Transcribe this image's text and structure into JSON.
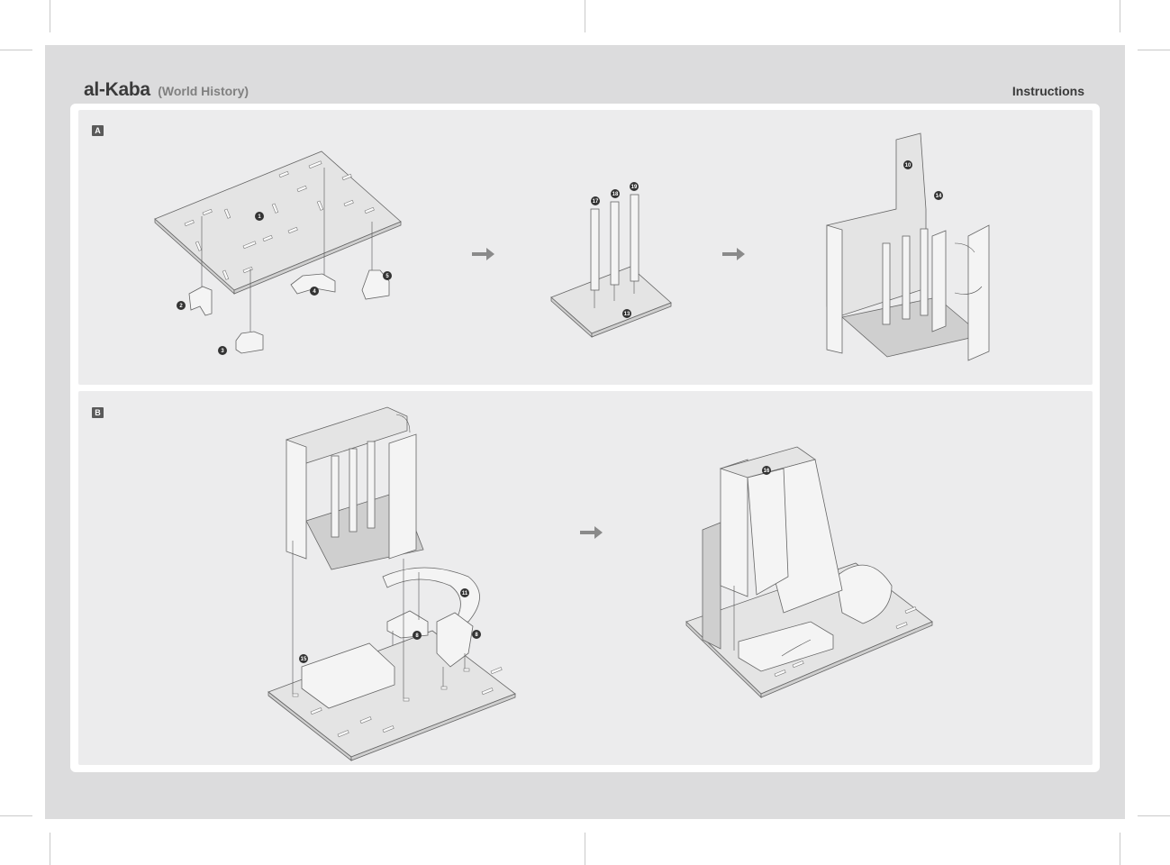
{
  "header": {
    "title": "al-Kaba",
    "subtitle": "(World History)",
    "right_label": "Instructions"
  },
  "panels": [
    {
      "label": "A"
    },
    {
      "label": "B"
    }
  ],
  "parts_a": {
    "base": "1",
    "p2": "2",
    "p3": "3",
    "p4": "4",
    "p5": "5",
    "pillar1": "17",
    "pillar2": "18",
    "pillar3": "19",
    "plate": "13",
    "wall_back": "10",
    "wall_side": "14"
  },
  "parts_b": {
    "ring": "11",
    "piece_left": "8",
    "piece_right": "8",
    "box": "15",
    "roof": "16"
  },
  "colors": {
    "part_fill": "#e3e3e3",
    "part_stroke": "#6a6a6a",
    "badge": "#333333",
    "arrow": "#8a8a8a"
  }
}
